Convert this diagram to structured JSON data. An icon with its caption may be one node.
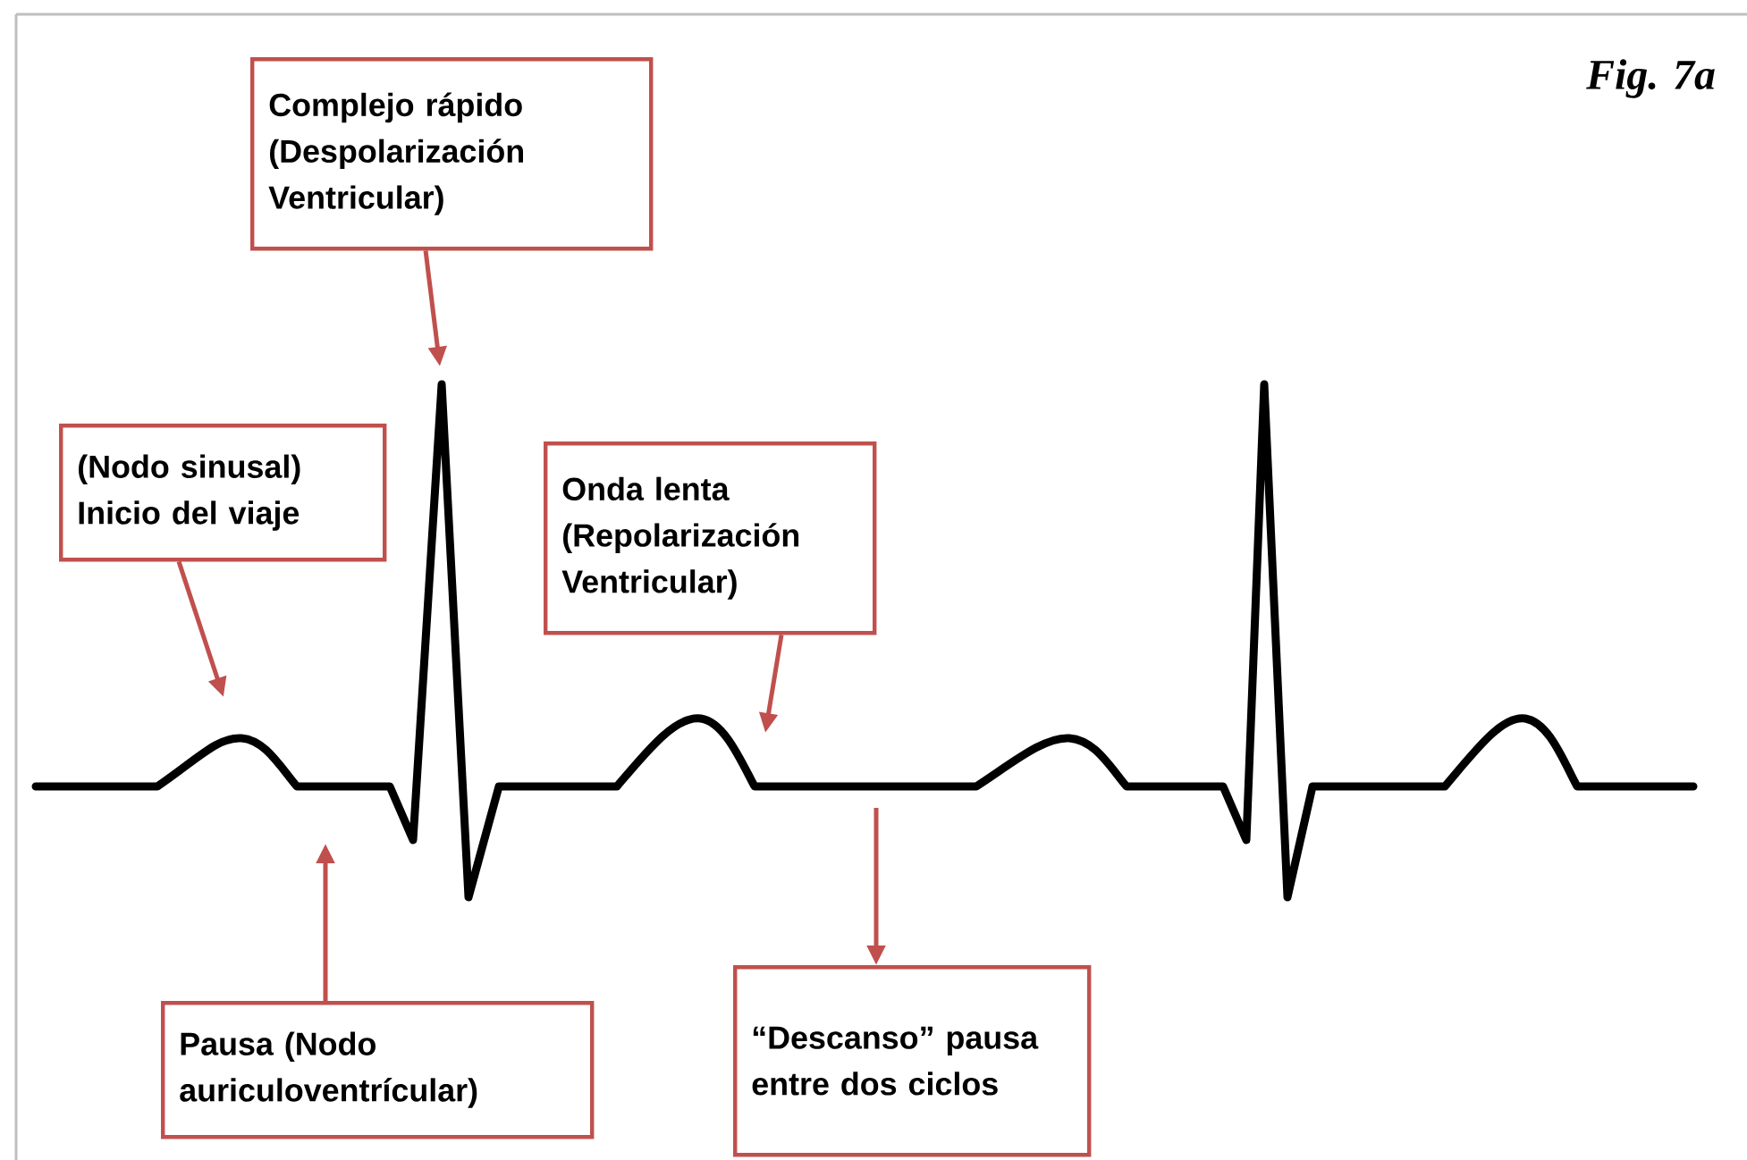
{
  "diagram": {
    "nodes": [
      {
        "text": [
          "Complejo rápido (Despolarización Ventricular)"
        ]
      },
      {
        "text": [
          "(Nodo sinusal) Inicio del viaje"
        ]
      },
      {
        "text": [
          "Onda lenta (Repolarización Ventricular)"
        ]
      },
      {
        "text": [
          "Pausa (Nodo auriculoventrícular)"
        ]
      },
      {
        "text": [
          "“Descanso” pausa entre dos ciclos"
        ]
      }
    ],
    "edges": [
      {
        "from": 0,
        "to": null,
        "arrow": "to"
      },
      {
        "from": 1,
        "to": null,
        "arrow": "to"
      },
      {
        "from": 2,
        "to": null,
        "arrow": "to"
      },
      {
        "from": 3,
        "to": null,
        "arrow": "to"
      },
      {
        "from": null,
        "to": 4,
        "arrow": "to"
      }
    ],
    "labels": [
      "Fig. 7a"
    ]
  }
}
